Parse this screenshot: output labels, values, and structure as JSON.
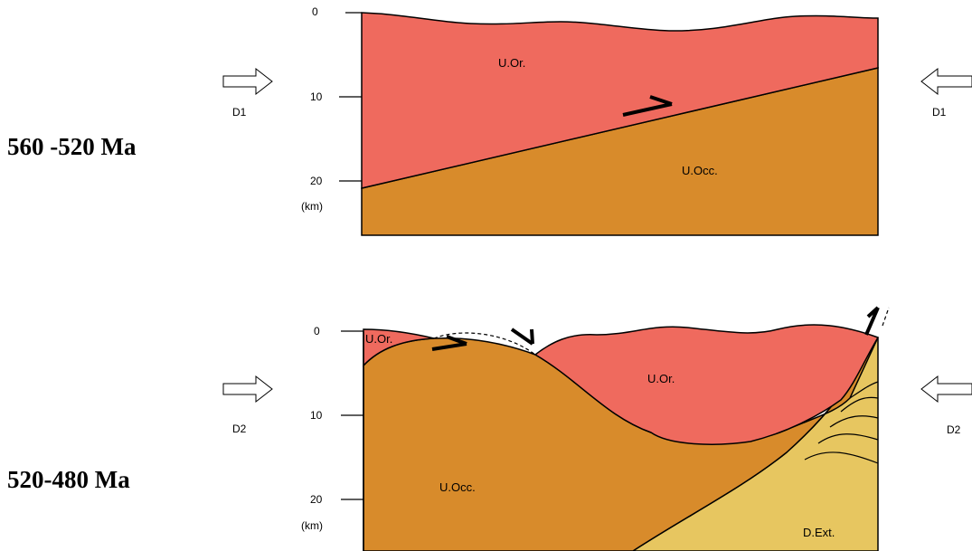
{
  "colors": {
    "upper_plate": "#ef6a5e",
    "lower_plate": "#d88b2b",
    "extension_domain": "#e7c660",
    "outline": "#000000"
  },
  "panel_top": {
    "period": "560 -520 Ma",
    "axis_ticks": [
      "0",
      "10",
      "20"
    ],
    "axis_unit": "(km)",
    "upper_unit": "U.Or.",
    "lower_unit": "U.Occ.",
    "left_arrow_label": "D1",
    "right_arrow_label": "D1"
  },
  "panel_bottom": {
    "period": "520-480 Ma",
    "axis_ticks": [
      "0",
      "10",
      "20"
    ],
    "axis_unit": "(km)",
    "upper_unit_small": "U.Or.",
    "upper_unit": "U.Or.",
    "lower_unit": "U.Occ.",
    "extension_unit": "D.Ext.",
    "left_arrow_label": "D2",
    "right_arrow_label": "D2"
  }
}
